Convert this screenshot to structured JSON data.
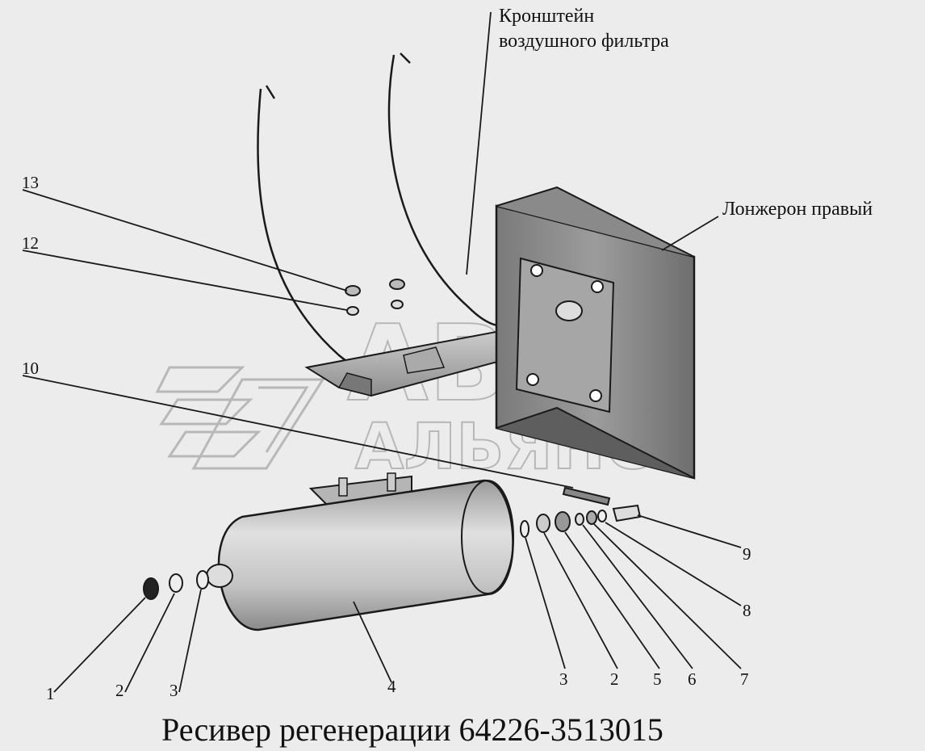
{
  "title": "Ресивер регенерации 64226-3513015",
  "callouts": {
    "bracket": [
      "Кронштейн",
      "воздушного фильтра"
    ],
    "frame_rail": "Лонжерон правый"
  },
  "parts": {
    "p1": "1",
    "p2a": "2",
    "p3a": "3",
    "p4": "4",
    "p3b": "3",
    "p2b": "2",
    "p5": "5",
    "p6": "6",
    "p7": "7",
    "p8": "8",
    "p9": "9",
    "p10": "10",
    "p12": "12",
    "p13": "13"
  },
  "watermark": {
    "line1": "АВТО",
    "line2": "АЛЬЯНС"
  }
}
